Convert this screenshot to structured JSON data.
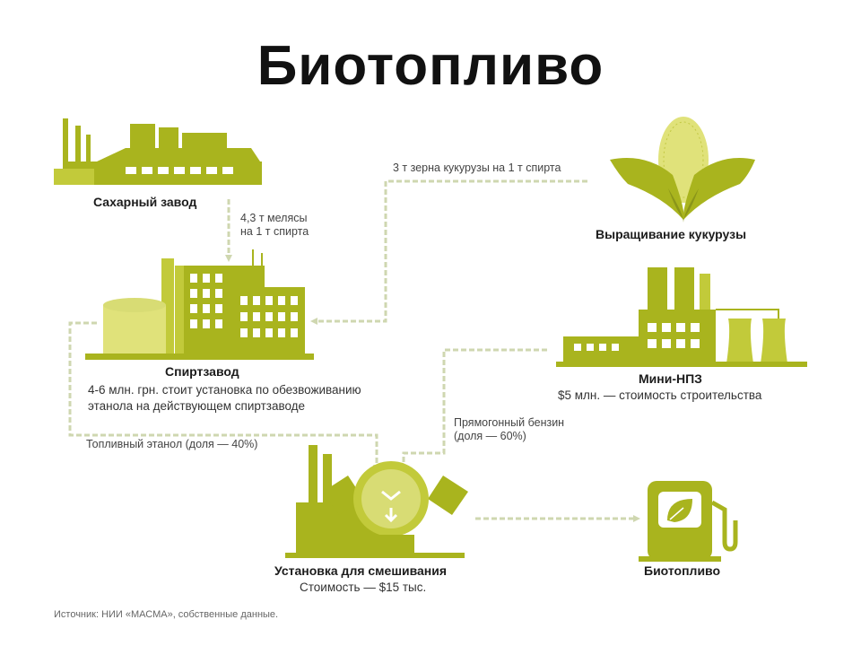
{
  "title": "Биотопливо",
  "colors": {
    "dark": "#a9b41e",
    "light": "#d8dc74",
    "arrow": "#cfd7b0",
    "pale": "#e9ecb9"
  },
  "nodes": {
    "sugar_plant": {
      "name": "Сахарный завод"
    },
    "corn": {
      "name": "Выращивание кукурузы"
    },
    "distillery": {
      "name": "Спиртзавод",
      "desc_line1": "4-6 млн. грн. стоит установка по обезвоживанию",
      "desc_line2": "этанола на действующем спиртзаводе"
    },
    "refinery": {
      "name": "Мини-НПЗ",
      "desc": "$5 млн. — стоимость строительства"
    },
    "mixer": {
      "name": "Установка для смешивания",
      "desc": "Стоимость — $15 тыс."
    },
    "biofuel": {
      "name": "Биотопливо"
    }
  },
  "flows": {
    "molasses_line1": "4,3 т мелясы",
    "molasses_line2": "на 1 т спирта",
    "corn_grain": "3 т зерна кукурузы на 1 т спирта",
    "ethanol": "Топливный этанол (доля — 40%)",
    "gasoline_line1": "Прямогонный бензин",
    "gasoline_line2": "(доля — 60%)"
  },
  "source": "Источник: НИИ «МАСМА», собственные данные."
}
